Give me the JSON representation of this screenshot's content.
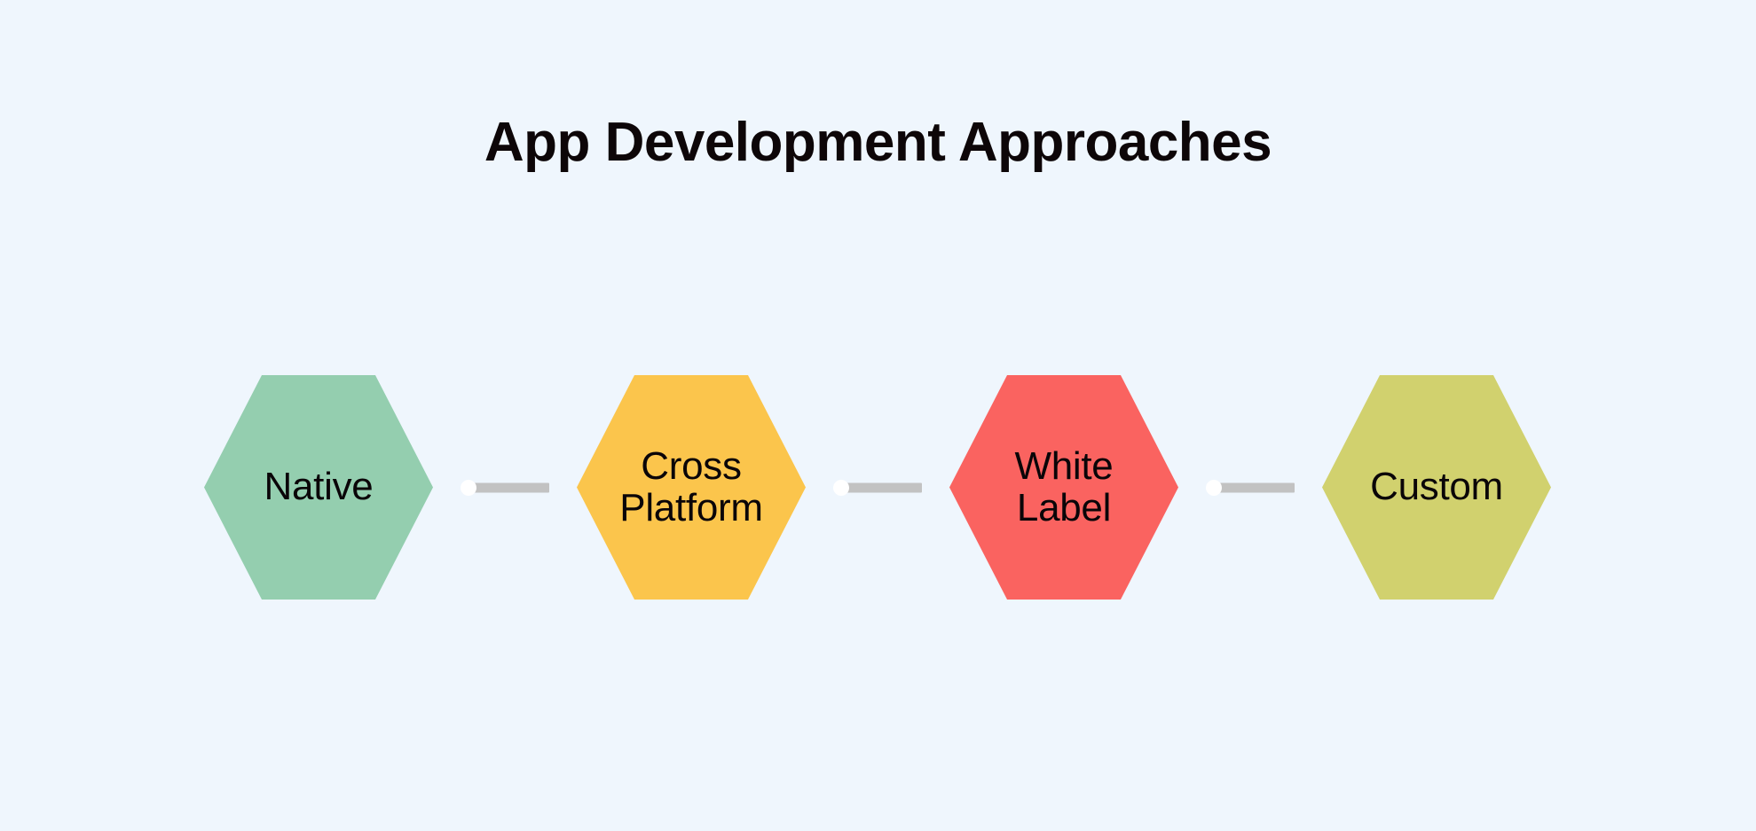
{
  "page": {
    "title": "App Development Approaches",
    "background_color": "#eff6fd",
    "title_color": "#0d0608"
  },
  "diagram": {
    "type": "linear-hexagon-flow",
    "orientation": "horizontal",
    "connector": {
      "line_color": "#c2c2c2",
      "knob_color": "#ffffff"
    },
    "nodes": [
      {
        "label": "Native",
        "color": "#94ceaf",
        "text_color": "#0a0508",
        "order": 1
      },
      {
        "label": "Cross\nPlatform",
        "color": "#fbc54c",
        "text_color": "#0a0508",
        "order": 2
      },
      {
        "label": "White\nLabel",
        "color": "#fa6360",
        "text_color": "#0a0508",
        "order": 3
      },
      {
        "label": "Custom",
        "color": "#d1d16e",
        "text_color": "#0a0508",
        "order": 4
      }
    ]
  }
}
